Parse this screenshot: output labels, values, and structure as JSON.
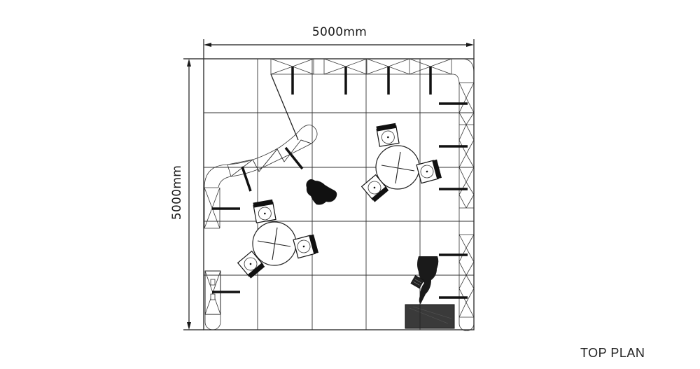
{
  "drawing": {
    "title": "TOP PLAN",
    "width_dimension": "5000mm",
    "depth_dimension": "5000mm",
    "grid": {
      "columns": 5,
      "rows": 5,
      "cell_mm": 1000
    },
    "colors": {
      "line": "#1a1a1a",
      "grid": "#333333",
      "fill_dark": "#111111",
      "counter": "#3a3a3a",
      "background": "#ffffff"
    },
    "elements": {
      "truss_top": "back-wall truss with 4 spotlights",
      "truss_right": "right-wall truss with 5 spotlights",
      "truss_curved": "curved overhead truss with 3 spotlights",
      "truss_left": "left-wall truss with 2 spotlights",
      "table_left": "round table with 3 chairs",
      "table_right": "round table with 3 chairs",
      "plant": "potted plant",
      "counter": "reception counter",
      "staff": "person at counter",
      "display_stand": "literature stand"
    }
  }
}
